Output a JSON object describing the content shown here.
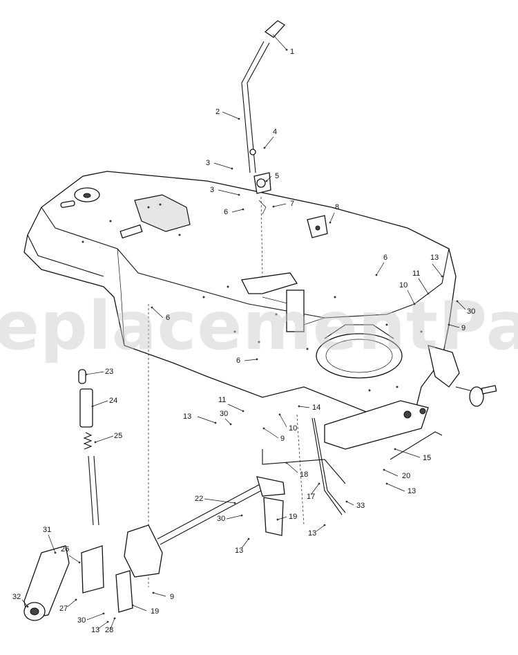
{
  "watermark": "eplacementParts.c",
  "callouts": [
    {
      "id": "c1",
      "label": "1"
    },
    {
      "id": "c2",
      "label": "2"
    },
    {
      "id": "c3a",
      "label": "3"
    },
    {
      "id": "c3b",
      "label": "3"
    },
    {
      "id": "c4",
      "label": "4"
    },
    {
      "id": "c5",
      "label": "5"
    },
    {
      "id": "c6a",
      "label": "6"
    },
    {
      "id": "c7",
      "label": "7"
    },
    {
      "id": "c8",
      "label": "8"
    },
    {
      "id": "c6b",
      "label": "6"
    },
    {
      "id": "c13a",
      "label": "13"
    },
    {
      "id": "c11a",
      "label": "11"
    },
    {
      "id": "c10a",
      "label": "10"
    },
    {
      "id": "c30a",
      "label": "30"
    },
    {
      "id": "c9a",
      "label": "9"
    },
    {
      "id": "c6c",
      "label": "6"
    },
    {
      "id": "c6d",
      "label": "6"
    },
    {
      "id": "c23",
      "label": "23"
    },
    {
      "id": "c24",
      "label": "24"
    },
    {
      "id": "c25",
      "label": "25"
    },
    {
      "id": "c11b",
      "label": "11"
    },
    {
      "id": "c13b",
      "label": "13"
    },
    {
      "id": "c30b",
      "label": "30"
    },
    {
      "id": "c14",
      "label": "14"
    },
    {
      "id": "c10b",
      "label": "10"
    },
    {
      "id": "c9b",
      "label": "9"
    },
    {
      "id": "c15",
      "label": "15"
    },
    {
      "id": "c18",
      "label": "18"
    },
    {
      "id": "c20",
      "label": "20"
    },
    {
      "id": "c13c",
      "label": "13"
    },
    {
      "id": "c22",
      "label": "22"
    },
    {
      "id": "c17",
      "label": "17"
    },
    {
      "id": "c33",
      "label": "33"
    },
    {
      "id": "c30c",
      "label": "30"
    },
    {
      "id": "c19a",
      "label": "19"
    },
    {
      "id": "c13d",
      "label": "13"
    },
    {
      "id": "c13e",
      "label": "13"
    },
    {
      "id": "c31",
      "label": "31"
    },
    {
      "id": "c26",
      "label": "26"
    },
    {
      "id": "c9c",
      "label": "9"
    },
    {
      "id": "c32",
      "label": "32"
    },
    {
      "id": "c27",
      "label": "27"
    },
    {
      "id": "c30d",
      "label": "30"
    },
    {
      "id": "c19b",
      "label": "19"
    },
    {
      "id": "c13f",
      "label": "13"
    },
    {
      "id": "c28",
      "label": "28"
    }
  ]
}
